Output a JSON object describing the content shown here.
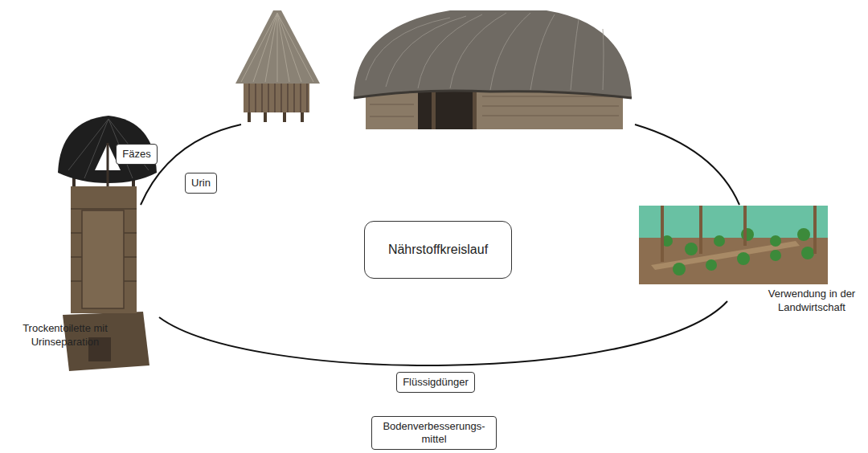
{
  "diagram": {
    "nodes": [
      {
        "text": [
          "Fäzes"
        ]
      },
      {
        "text": [
          "Urin"
        ]
      },
      {
        "text": [
          "Nährstoffkreislauf"
        ]
      },
      {
        "text": [
          "Flüssigdünger"
        ]
      },
      {
        "text": [
          "Bodenverbesserungs- mittel"
        ]
      }
    ],
    "labels": [
      "Trockentoilette mit Urinseparation",
      "Verwendung in der Landwirtschaft"
    ]
  }
}
